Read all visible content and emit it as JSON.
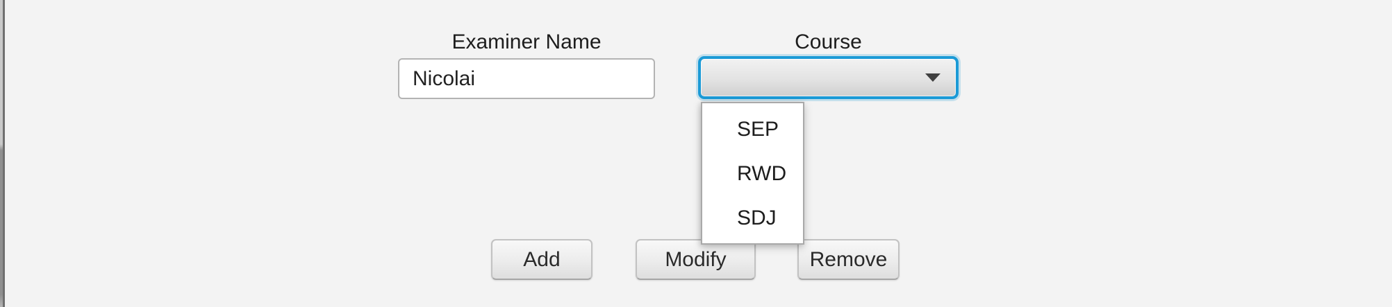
{
  "window": {
    "background_color": "#f3f3f3"
  },
  "form": {
    "examiner": {
      "label": "Examiner Name",
      "value": "Nicolai"
    },
    "course": {
      "label": "Course",
      "selected_value": "",
      "options": [
        "SEP",
        "RWD",
        "SDJ"
      ],
      "focus_ring_color": "#1b9ad6"
    }
  },
  "buttons": {
    "add_label": "Add",
    "modify_label": "Modify",
    "remove_label": "Remove"
  },
  "icons": {
    "dropdown_arrow": "triangle-down"
  }
}
